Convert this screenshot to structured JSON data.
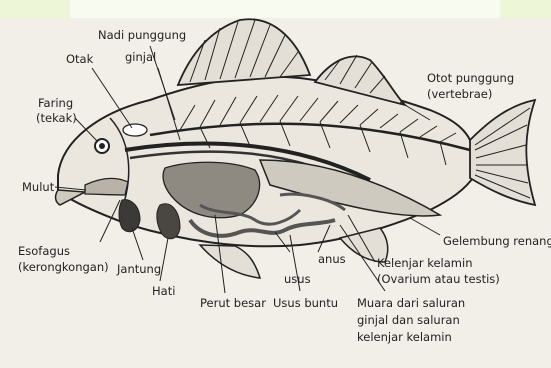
{
  "labels": {
    "nadi_punggung": "Nadi punggung",
    "ginjal": "ginjal",
    "otak": "Otak",
    "faring": "Faring",
    "tekak": "(tekak)",
    "otot_punggung": "Otot punggung",
    "vertebrae": "(vertebrae)",
    "mulut": "Mulut",
    "gelembung_renang": "Gelembung renang",
    "esofagus": "Esofagus",
    "kerongkongan": "(kerongkongan)",
    "jantung": "Jantung",
    "anus": "anus",
    "kelenjar_kelamin": "Kelenjar kelamin",
    "ovarium": "(Ovarium atau testis)",
    "usus": "usus",
    "hati": "Hati",
    "perut_besar": "Perut besar",
    "usus_buntu": "Usus buntu",
    "muara_1": "Muara dari saluran",
    "muara_2": "ginjal dan saluran",
    "muara_3": "kelenjar kelamin"
  }
}
